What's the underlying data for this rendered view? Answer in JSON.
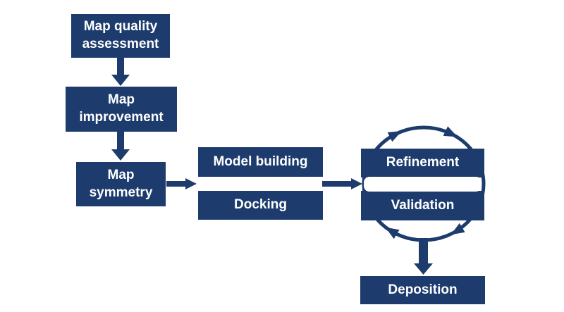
{
  "colors": {
    "navy": "#1d3c6d",
    "white": "#ffffff"
  },
  "nodes": {
    "map_quality": "Map quality\nassessment",
    "map_improvement": "Map\nimprovement",
    "map_symmetry": "Map\nsymmetry",
    "model_building": "Model building",
    "docking": "Docking",
    "refinement": "Refinement",
    "validation": "Validation",
    "deposition": "Deposition"
  }
}
